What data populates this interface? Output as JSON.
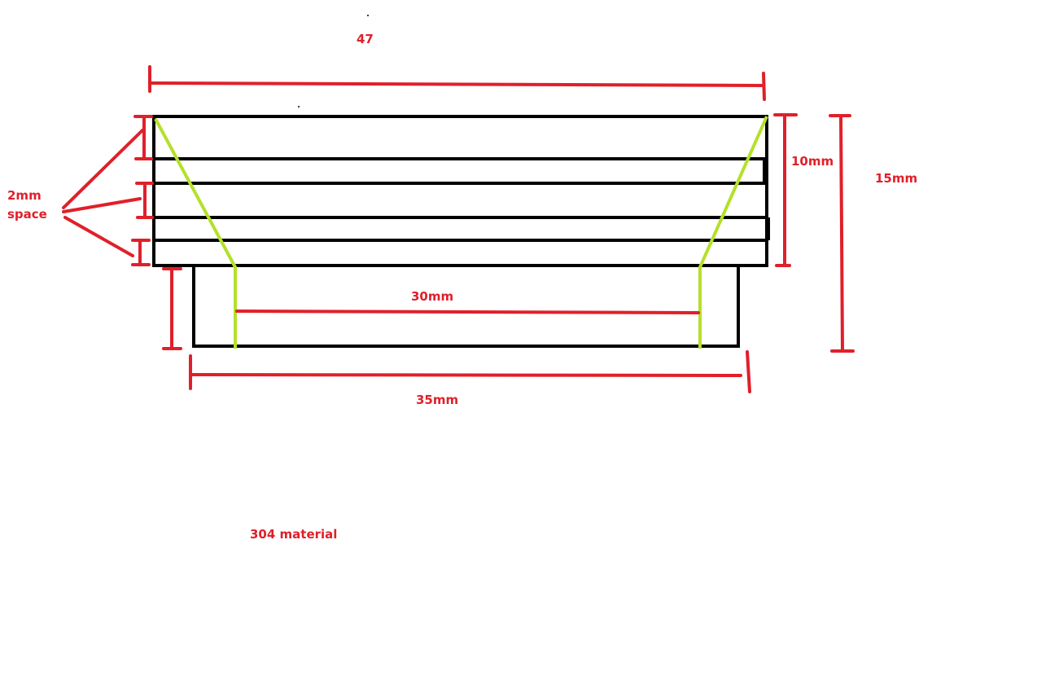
{
  "colors": {
    "dimension": "#e0202a",
    "outline": "#000000",
    "taper": "#b5e02a",
    "background": "#ffffff"
  },
  "labels": {
    "top_width": "47",
    "space_line1": "2mm",
    "space_line2": "space",
    "height_upper": "10mm",
    "height_total": "15mm",
    "inner_width": "30mm",
    "base_width": "35mm",
    "material": "304 material"
  }
}
